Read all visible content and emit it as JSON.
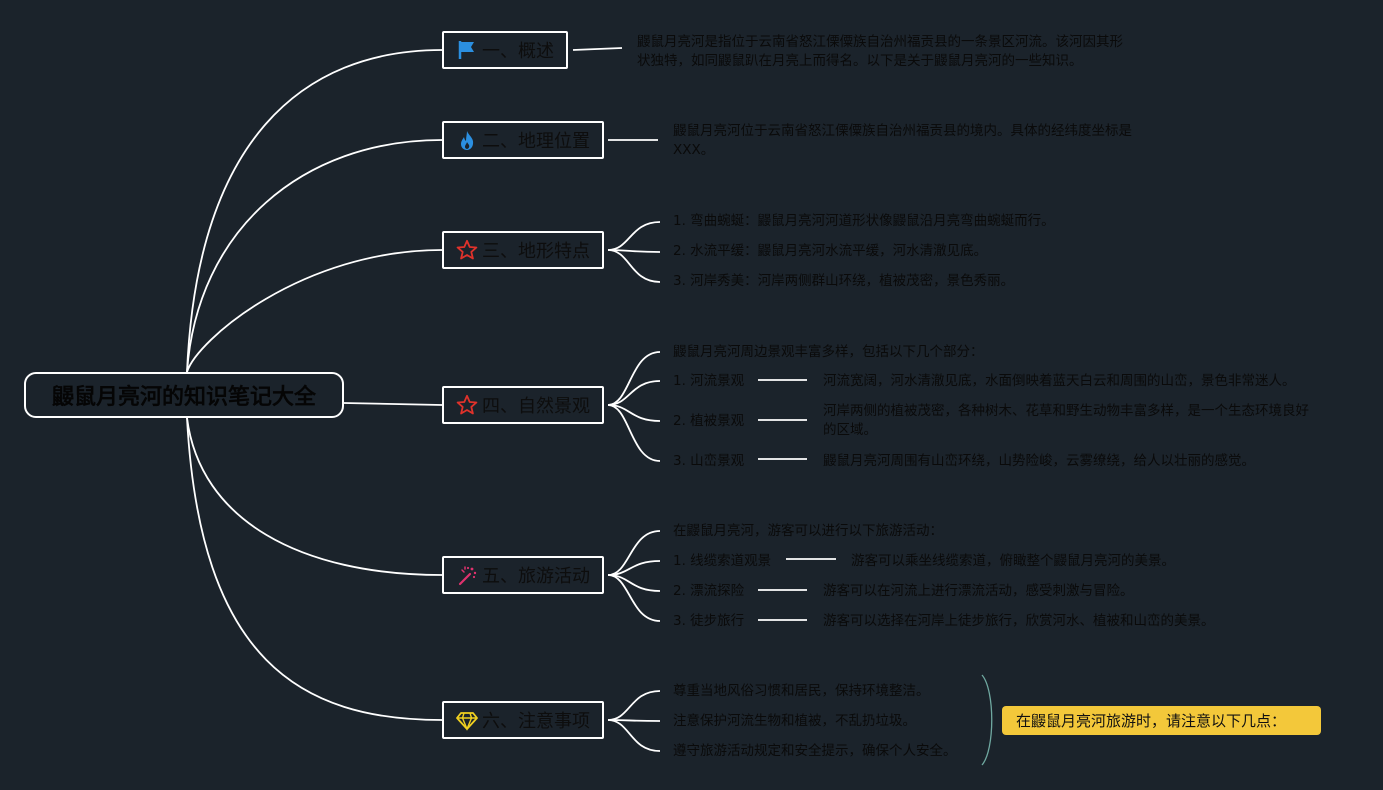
{
  "root": {
    "title": "鼹鼠月亮河的知识笔记大全"
  },
  "branches": [
    {
      "id": "overview",
      "label": "一、概述",
      "icon": "flag-icon",
      "icon_color": "#2b8fe0",
      "items": [
        {
          "text": "鼹鼠月亮河是指位于云南省怒江傈僳族自治州福贡县的一条景区河流。该河因其形状独特，如同鼹鼠趴在月亮上而得名。以下是关于鼹鼠月亮河的一些知识。"
        }
      ]
    },
    {
      "id": "geography",
      "label": "二、地理位置",
      "icon": "fire-icon",
      "icon_color": "#2b8fe0",
      "items": [
        {
          "text": "鼹鼠月亮河位于云南省怒江傈僳族自治州福贡县的境内。具体的经纬度坐标是XXX。"
        }
      ]
    },
    {
      "id": "terrain",
      "label": "三、地形特点",
      "icon": "star-icon",
      "icon_color": "#e0322b",
      "items": [
        {
          "text": "1. 弯曲蜿蜒：鼹鼠月亮河河道形状像鼹鼠沿月亮弯曲蜿蜒而行。"
        },
        {
          "text": "2. 水流平缓：鼹鼠月亮河水流平缓，河水清澈见底。"
        },
        {
          "text": "3. 河岸秀美：河岸两侧群山环绕，植被茂密，景色秀丽。"
        }
      ]
    },
    {
      "id": "scenery",
      "label": "四、自然景观",
      "icon": "star-icon",
      "icon_color": "#e0322b",
      "items": [
        {
          "text": "鼹鼠月亮河周边景观丰富多样，包括以下几个部分："
        },
        {
          "text": "1. 河流景观",
          "detail": "河流宽阔，河水清澈见底，水面倒映着蓝天白云和周围的山峦，景色非常迷人。"
        },
        {
          "text": "2. 植被景观",
          "detail": "河岸两侧的植被茂密，各种树木、花草和野生动物丰富多样，是一个生态环境良好的区域。"
        },
        {
          "text": "3. 山峦景观",
          "detail": "鼹鼠月亮河周围有山峦环绕，山势险峻，云雾缭绕，给人以壮丽的感觉。"
        }
      ]
    },
    {
      "id": "tourism",
      "label": "五、旅游活动",
      "icon": "fireworks-icon",
      "icon_color": "#e0326e",
      "items": [
        {
          "text": "在鼹鼠月亮河，游客可以进行以下旅游活动："
        },
        {
          "text": "1. 线缆索道观景",
          "detail": "游客可以乘坐线缆索道，俯瞰整个鼹鼠月亮河的美景。"
        },
        {
          "text": "2. 漂流探险",
          "detail": "游客可以在河流上进行漂流活动，感受刺激与冒险。"
        },
        {
          "text": "3. 徒步旅行",
          "detail": "游客可以选择在河岸上徒步旅行，欣赏河水、植被和山峦的美景。"
        }
      ]
    },
    {
      "id": "notes",
      "label": "六、注意事项",
      "icon": "diamond-icon",
      "icon_color": "#f0d020",
      "items": [
        {
          "text": "尊重当地风俗习惯和居民，保持环境整洁。"
        },
        {
          "text": "注意保护河流生物和植被，不乱扔垃圾。"
        },
        {
          "text": "遵守旅游活动规定和安全提示，确保个人安全。"
        }
      ]
    }
  ],
  "callout": {
    "text": "在鼹鼠月亮河旅游时，请注意以下几点："
  },
  "colors": {
    "background": "#1b232b",
    "line": "#ffffff",
    "callout": "#f3c83a",
    "bracket": "#6fa8a0"
  }
}
